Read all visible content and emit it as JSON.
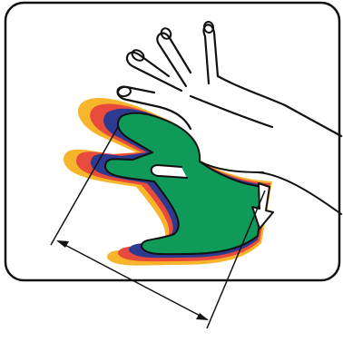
{
  "figure": {
    "panel": "gesture-diagram-panel",
    "elements": [
      "outline-hand",
      "colored-motion-trail-hand",
      "measurement-arrows",
      "downward-arrow-icon"
    ],
    "colors": {
      "outline": "#111111",
      "trail_yellow": "#F7B52C",
      "trail_red": "#E84A3B",
      "trail_blue": "#2E3A8F",
      "hand_green": "#109A5A",
      "arrow_fill": "#ffffff"
    }
  }
}
